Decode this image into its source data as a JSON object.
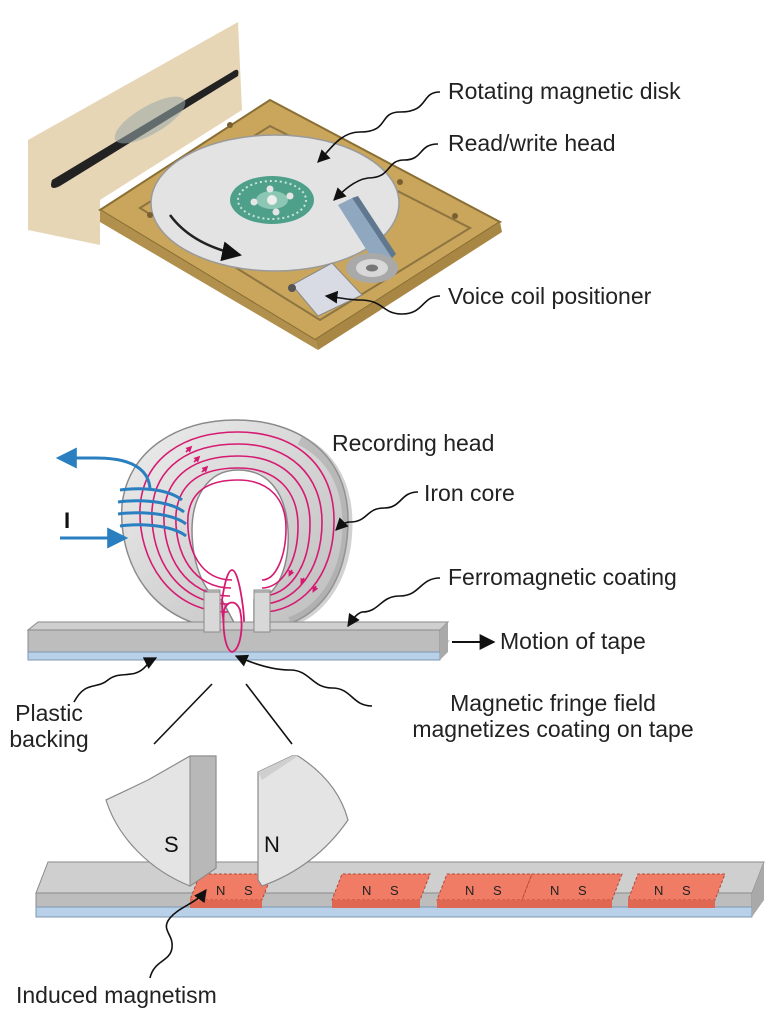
{
  "labels": {
    "rotating_disk": "Rotating magnetic disk",
    "read_write_head": "Read/write head",
    "voice_coil": "Voice coil positioner",
    "recording_head": "Recording head",
    "iron_core": "Iron core",
    "ferromagnetic_coating": "Ferromagnetic coating",
    "motion_of_tape": "Motion of tape",
    "plastic_backing_line1": "Plastic",
    "plastic_backing_line2": "backing",
    "fringe_field_line1": "Magnetic fringe field",
    "fringe_field_line2": "magnetizes coating on tape",
    "induced_magnetism": "Induced magnetism",
    "current_symbol": "I",
    "pole_s": "S",
    "pole_n": "N",
    "domain_n": "N",
    "domain_s": "S"
  },
  "colors": {
    "drive_base": "#c9a65c",
    "platter": "#e3e3e3",
    "hub": "#4fa08a",
    "field_lines": "#d61a72",
    "current_arrows": "#2a7fc0",
    "domain_fill": "#f07c66",
    "tape_top": "#bdbdbd",
    "tape_backing": "#b8d0e8",
    "core": "#d6d6d6"
  }
}
